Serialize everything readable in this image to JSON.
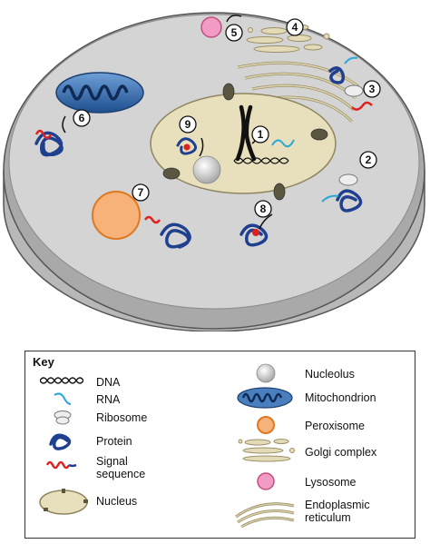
{
  "steps": [
    "1",
    "2",
    "3",
    "4",
    "5",
    "6",
    "7",
    "8",
    "9"
  ],
  "key": {
    "title": "Key",
    "items": [
      {
        "label": "DNA",
        "icon": "dna-helix-icon"
      },
      {
        "label": "RNA",
        "icon": "rna-strand-icon"
      },
      {
        "label": "Ribosome",
        "icon": "ribosome-icon"
      },
      {
        "label": "Protein",
        "icon": "protein-coil-icon"
      },
      {
        "label": "Signal\nsequence",
        "icon": "signal-sequence-icon"
      },
      {
        "label": "Nucleus",
        "icon": "nucleus-icon"
      },
      {
        "label": "Nucleolus",
        "icon": "nucleolus-icon"
      },
      {
        "label": "Mitochondrion",
        "icon": "mitochondrion-icon"
      },
      {
        "label": "Peroxisome",
        "icon": "peroxisome-icon"
      },
      {
        "label": "Golgi complex",
        "icon": "golgi-icon"
      },
      {
        "label": "Lysosome",
        "icon": "lysosome-icon"
      },
      {
        "label": "Endoplasmic\nreticulum",
        "icon": "er-icon"
      }
    ]
  },
  "colors": {
    "cell_fill": "#cfcfcf",
    "cell_rim": "#9a9a9a",
    "nucleus": "#e8e0bd",
    "golgi": "#ddd5b0",
    "protein": "#1f3f8f",
    "signal": "#e0201f",
    "rna": "#2aa8d8",
    "peroxisome": "#f7b27a",
    "lysosome": "#f29bc4",
    "mitochondrion": "#4a7fbf"
  }
}
